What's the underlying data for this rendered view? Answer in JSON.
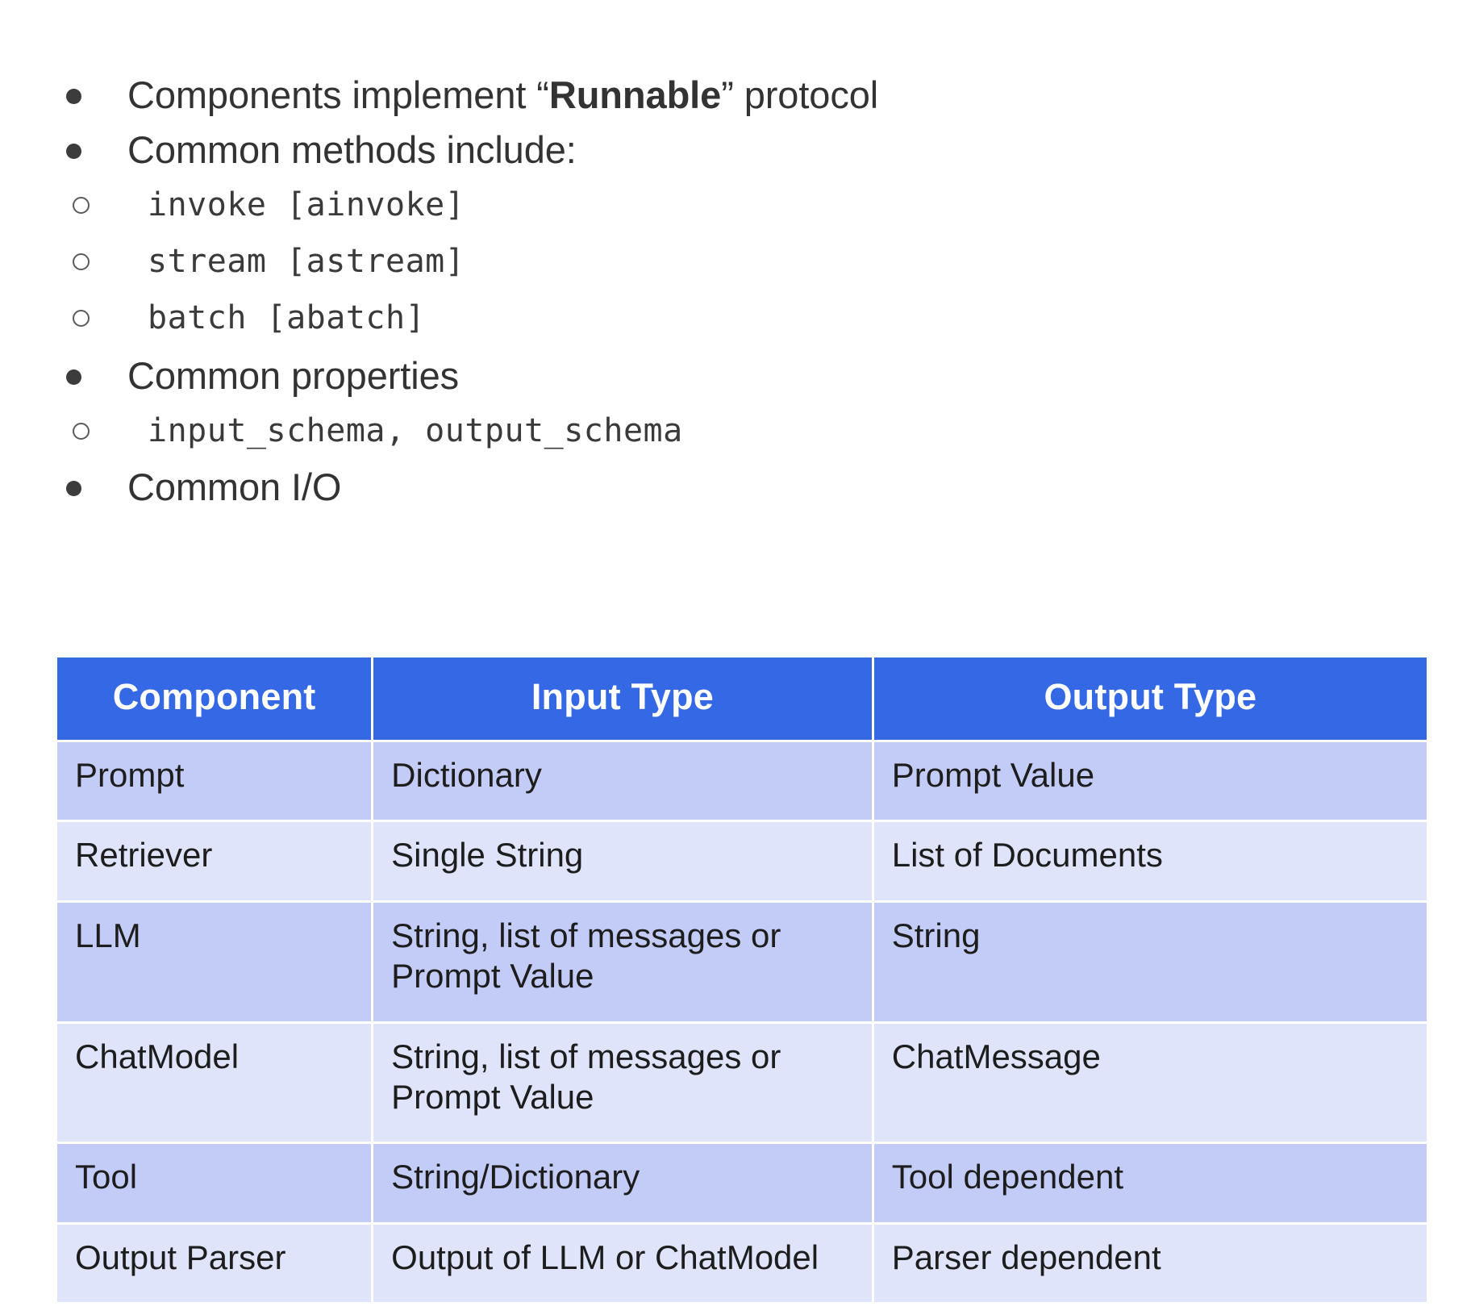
{
  "slide": {
    "background": "#ffffff",
    "accent_blue": "#3568e5",
    "row_dark": "#c3ccf7",
    "row_light": "#e0e4fb",
    "text_color": "#1d1d1d"
  },
  "bullets": [
    {
      "level": 1,
      "marker": "filled-dot",
      "text_before": "Components implement “",
      "text_bold": "Runnable",
      "text_after": "” protocol",
      "full_text": "Components implement “Runnable” protocol"
    },
    {
      "level": 1,
      "marker": "filled-dot",
      "text": "Common methods include:"
    },
    {
      "level": 2,
      "marker": "hollow-circle",
      "mono": true,
      "text": "invoke [ainvoke]"
    },
    {
      "level": 2,
      "marker": "hollow-circle",
      "mono": true,
      "text": "stream [astream]"
    },
    {
      "level": 2,
      "marker": "hollow-circle",
      "mono": true,
      "text": "batch [abatch]"
    },
    {
      "level": 1,
      "marker": "filled-dot",
      "text": "Common properties"
    },
    {
      "level": 2,
      "marker": "hollow-circle",
      "mono": true,
      "text": "input_schema, output_schema"
    },
    {
      "level": 1,
      "marker": "filled-dot",
      "text": "Common I/O"
    }
  ],
  "table": {
    "headers": [
      "Component",
      "Input Type",
      "Output Type"
    ],
    "rows": [
      {
        "component": "Prompt",
        "input_type": "Dictionary",
        "output_type": "Prompt Value"
      },
      {
        "component": "Retriever",
        "input_type": "Single String",
        "output_type": "List of Documents"
      },
      {
        "component": "LLM",
        "input_type": "String, list of messages or Prompt Value",
        "output_type": "String"
      },
      {
        "component": "ChatModel",
        "input_type": "String, list of messages or Prompt Value",
        "output_type": "ChatMessage"
      },
      {
        "component": "Tool",
        "input_type": "String/Dictionary",
        "output_type": "Tool dependent"
      },
      {
        "component": "Output Parser",
        "input_type": "Output of LLM or ChatModel",
        "output_type": "Parser dependent"
      }
    ]
  }
}
